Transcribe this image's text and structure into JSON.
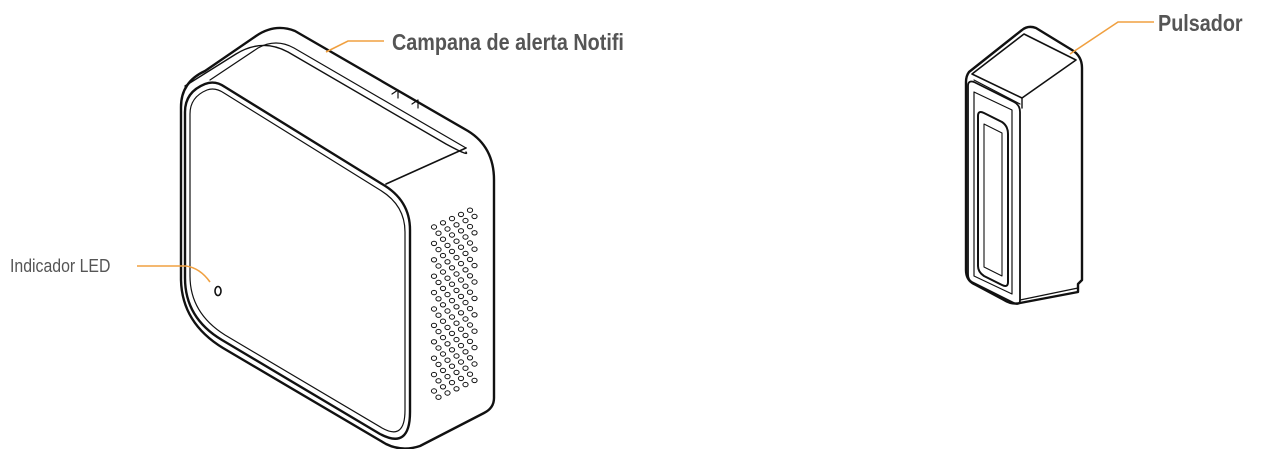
{
  "callouts": {
    "chime": "Campana de alerta Notifi",
    "led": "Indicador LED",
    "button": "Pulsador"
  },
  "colors": {
    "leader": "#f0a040",
    "outline": "#111111",
    "label": "#555555"
  },
  "speaker_grille": {
    "rows": 22,
    "columns": 5
  }
}
